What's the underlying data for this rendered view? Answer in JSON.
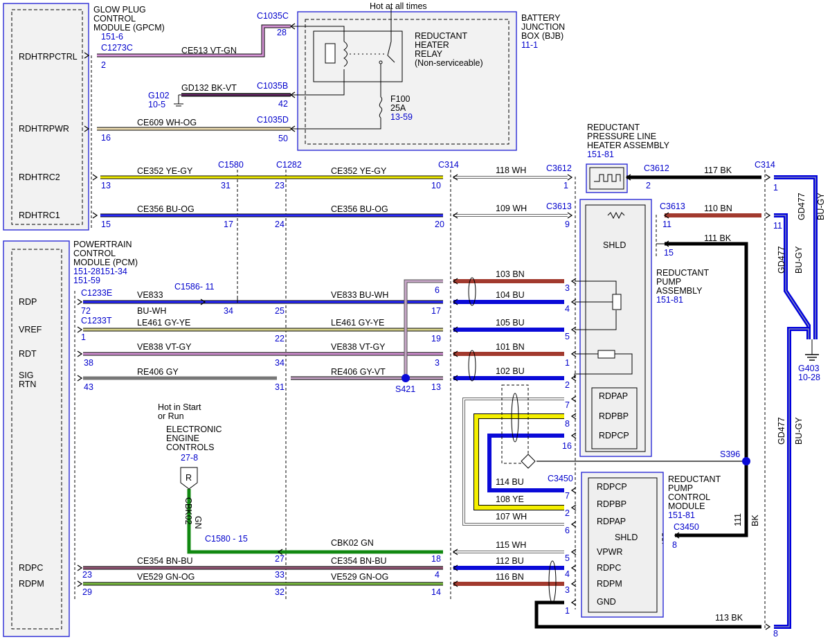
{
  "colors": {
    "blue": "#0a0ad8",
    "yellow": "#f4ef00",
    "green": "#118811",
    "brown": "#a23a2e",
    "black": "#000000",
    "violet": "#d895d8",
    "gray": "#777777",
    "white": "#ffffff",
    "whiteog": "#e9d7a6"
  },
  "modules": {
    "gpcm": {
      "lines": [
        "GLOW PLUG",
        "CONTROL",
        "MODULE (GPCM)"
      ],
      "ref": "151-6",
      "pins": [
        "RDHTRPCTRL",
        "RDHTRPWR",
        "RDHTRC2",
        "RDHTRC1"
      ]
    },
    "pcm": {
      "lines": [
        "POWERTRAIN",
        "CONTROL",
        "MODULE (PCM)"
      ],
      "refs": [
        "151-28151-34",
        "151-59"
      ],
      "pins": [
        "RDP",
        "VREF",
        "RDT",
        "SIG",
        "RTN",
        "RDPC",
        "RDPM"
      ]
    },
    "bjb": {
      "lines": [
        "BATTERY",
        "JUNCTION",
        "BOX (BJB)"
      ],
      "ref": "11-1",
      "relay": [
        "REDUCTANT",
        "HEATER",
        "RELAY",
        "(Non-serviceable)"
      ],
      "fuse": "F100",
      "amps": "25A",
      "fuse_ref": "13-59",
      "hot": "Hot at all times"
    },
    "heater": {
      "lines": [
        "REDUCTANT",
        "PRESSURE LINE",
        "HEATER ASSEMBLY"
      ],
      "ref": "151-81"
    },
    "pump": {
      "lines": [
        "REDUCTANT",
        "PUMP",
        "ASSEMBLY"
      ],
      "ref": "151-81",
      "shld": "SHLD",
      "pins": [
        "RDPAP",
        "RDPBP",
        "RDPCP"
      ]
    },
    "pcmod": {
      "lines": [
        "REDUCTANT",
        "PUMP",
        "CONTROL",
        "MODULE"
      ],
      "ref": "151-81",
      "pins": [
        "RDPCP",
        "RDPBP",
        "RDPAP",
        "SHLD",
        "VPWR",
        "RDPC",
        "RDPM",
        "GND"
      ]
    },
    "eec": {
      "lines": [
        "Hot in Start",
        "or Run",
        "ELECTRONIC",
        "ENGINE",
        "CONTROLS"
      ],
      "ref": "27-8",
      "r": "R"
    }
  },
  "connectors": {
    "c1035c": "C1035C",
    "c1035b": "C1035B",
    "c1035d": "C1035D",
    "c1273c": "C1273C",
    "c1580": "C1580",
    "c1282": "C1282",
    "c314": "C314",
    "c3612": "C3612",
    "c3613": "C3613",
    "c1233e": "C1233E",
    "c1233t": "C1233T",
    "c1586": "C1586- 11",
    "c1580_15": "C1580 - 15",
    "c3450": "C3450",
    "g102": "G102",
    "g102ref": "10-5",
    "g403": "G403",
    "g403ref": "10-28",
    "s421": "S421",
    "s396": "S396"
  },
  "circuits": {
    "ce513": "CE513  VT-GN",
    "gd132": "GD132  BK-VT",
    "ce609": "CE609  WH-OG",
    "ce352": "CE352  YE-GY",
    "ce356": "CE356  BU-OG",
    "ve833": "VE833",
    "buwh": "BU-WH",
    "ve833b": "VE833  BU-WH",
    "le461": "LE461  GY-YE",
    "ve838": "VE838  VT-GY",
    "re406": "RE406  GY",
    "re406b": "RE406  GY-VT",
    "ce354": "CE354  BN-BU",
    "ve529": "VE529  GN-OG",
    "cbk02": "CBK02",
    "gn": "GN",
    "cbk02b": "CBK02  GN",
    "w118": "118  WH",
    "w117": "117  BK",
    "w109": "109  WH",
    "w110": "110  BN",
    "w111": "111  BK",
    "w103": "103  BN",
    "w104": "104  BU",
    "w105": "105  BU",
    "w101": "101  BN",
    "w102": "102  BU",
    "w114": "114  BU",
    "w108": "108  YE",
    "w107": "107  WH",
    "w115": "115  WH",
    "w112": "112  BU",
    "w116": "116  BN",
    "w113": "113  BK",
    "gd477": "GD477",
    "bugy": "BU-GY",
    "n111": "111",
    "bk": "BK"
  },
  "pins": {
    "p28": "28",
    "p2": "2",
    "p42": "42",
    "p16": "16",
    "p50": "50",
    "p13": "13",
    "p31": "31",
    "p23": "23",
    "p10": "10",
    "p1": "1",
    "p15": "15",
    "p17": "17",
    "p24": "24",
    "p20": "20",
    "p9": "9",
    "p11": "11",
    "p72": "72",
    "p34": "34",
    "p25": "25",
    "p6": "6",
    "p3": "3",
    "p4": "4",
    "p19": "19",
    "p5": "5",
    "p22": "22",
    "p38": "38",
    "p43": "43",
    "p7": "7",
    "p8": "8",
    "p27": "27",
    "p18": "18",
    "p33": "33",
    "p32": "32",
    "p14": "14",
    "p29": "29"
  }
}
